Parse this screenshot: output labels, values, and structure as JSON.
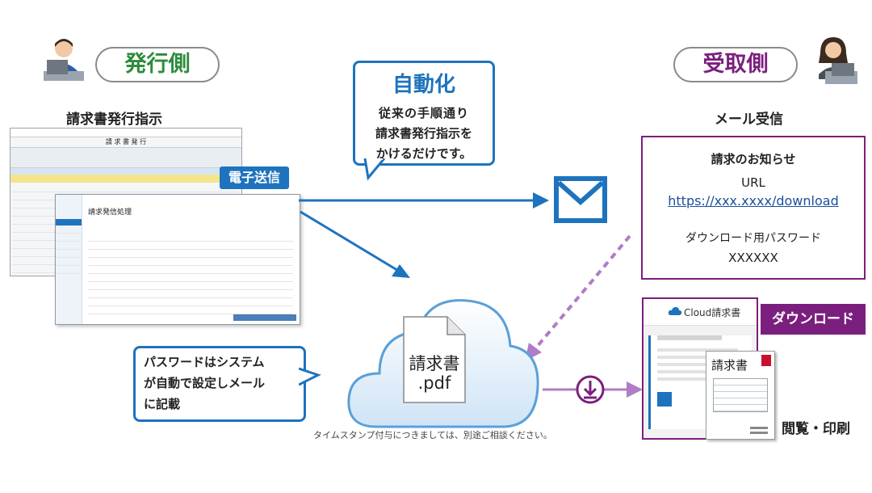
{
  "sender": {
    "heading": "発行側",
    "action": "請求書発行指示",
    "accent": "#1e73be"
  },
  "receiver": {
    "heading": "受取側",
    "action": "メール受信",
    "accent": "#7b1f7e"
  },
  "automation_bubble": {
    "title": "自動化",
    "lines": [
      "従来の手順通り",
      "請求書発行指示を",
      "かけるだけです。"
    ]
  },
  "send_badge": "電子送信",
  "email_card": {
    "title": "請求のお知らせ",
    "url_label": "URL",
    "url": "https://xxx.xxxx/download",
    "password_label": "ダウンロード用パスワード",
    "password": "XXXXXX"
  },
  "password_bubble": {
    "lines": [
      "パスワードはシステム",
      "が自動で設定しメール",
      "に記載"
    ]
  },
  "cloud_file": {
    "line1": "請求書",
    "line2": ".pdf"
  },
  "footnote": "タイムスタンプ付与につきましては、別途ご相談ください。",
  "download_badge": "ダウンロード",
  "cloud_portal": {
    "logo_text": "Cloud請求書",
    "doc_title": "請求書"
  },
  "view_print_label": "閲覧・印刷",
  "screen_top": {
    "title": "請 求 書 発 行"
  },
  "screen_front": {
    "title": "請求発信処理"
  },
  "colors": {
    "blue": "#1e73be",
    "purple": "#7b1f7e",
    "green": "#2e8b3a",
    "dashed_purple": "#b07cc6",
    "cloud_fill": "#dcecf9"
  }
}
